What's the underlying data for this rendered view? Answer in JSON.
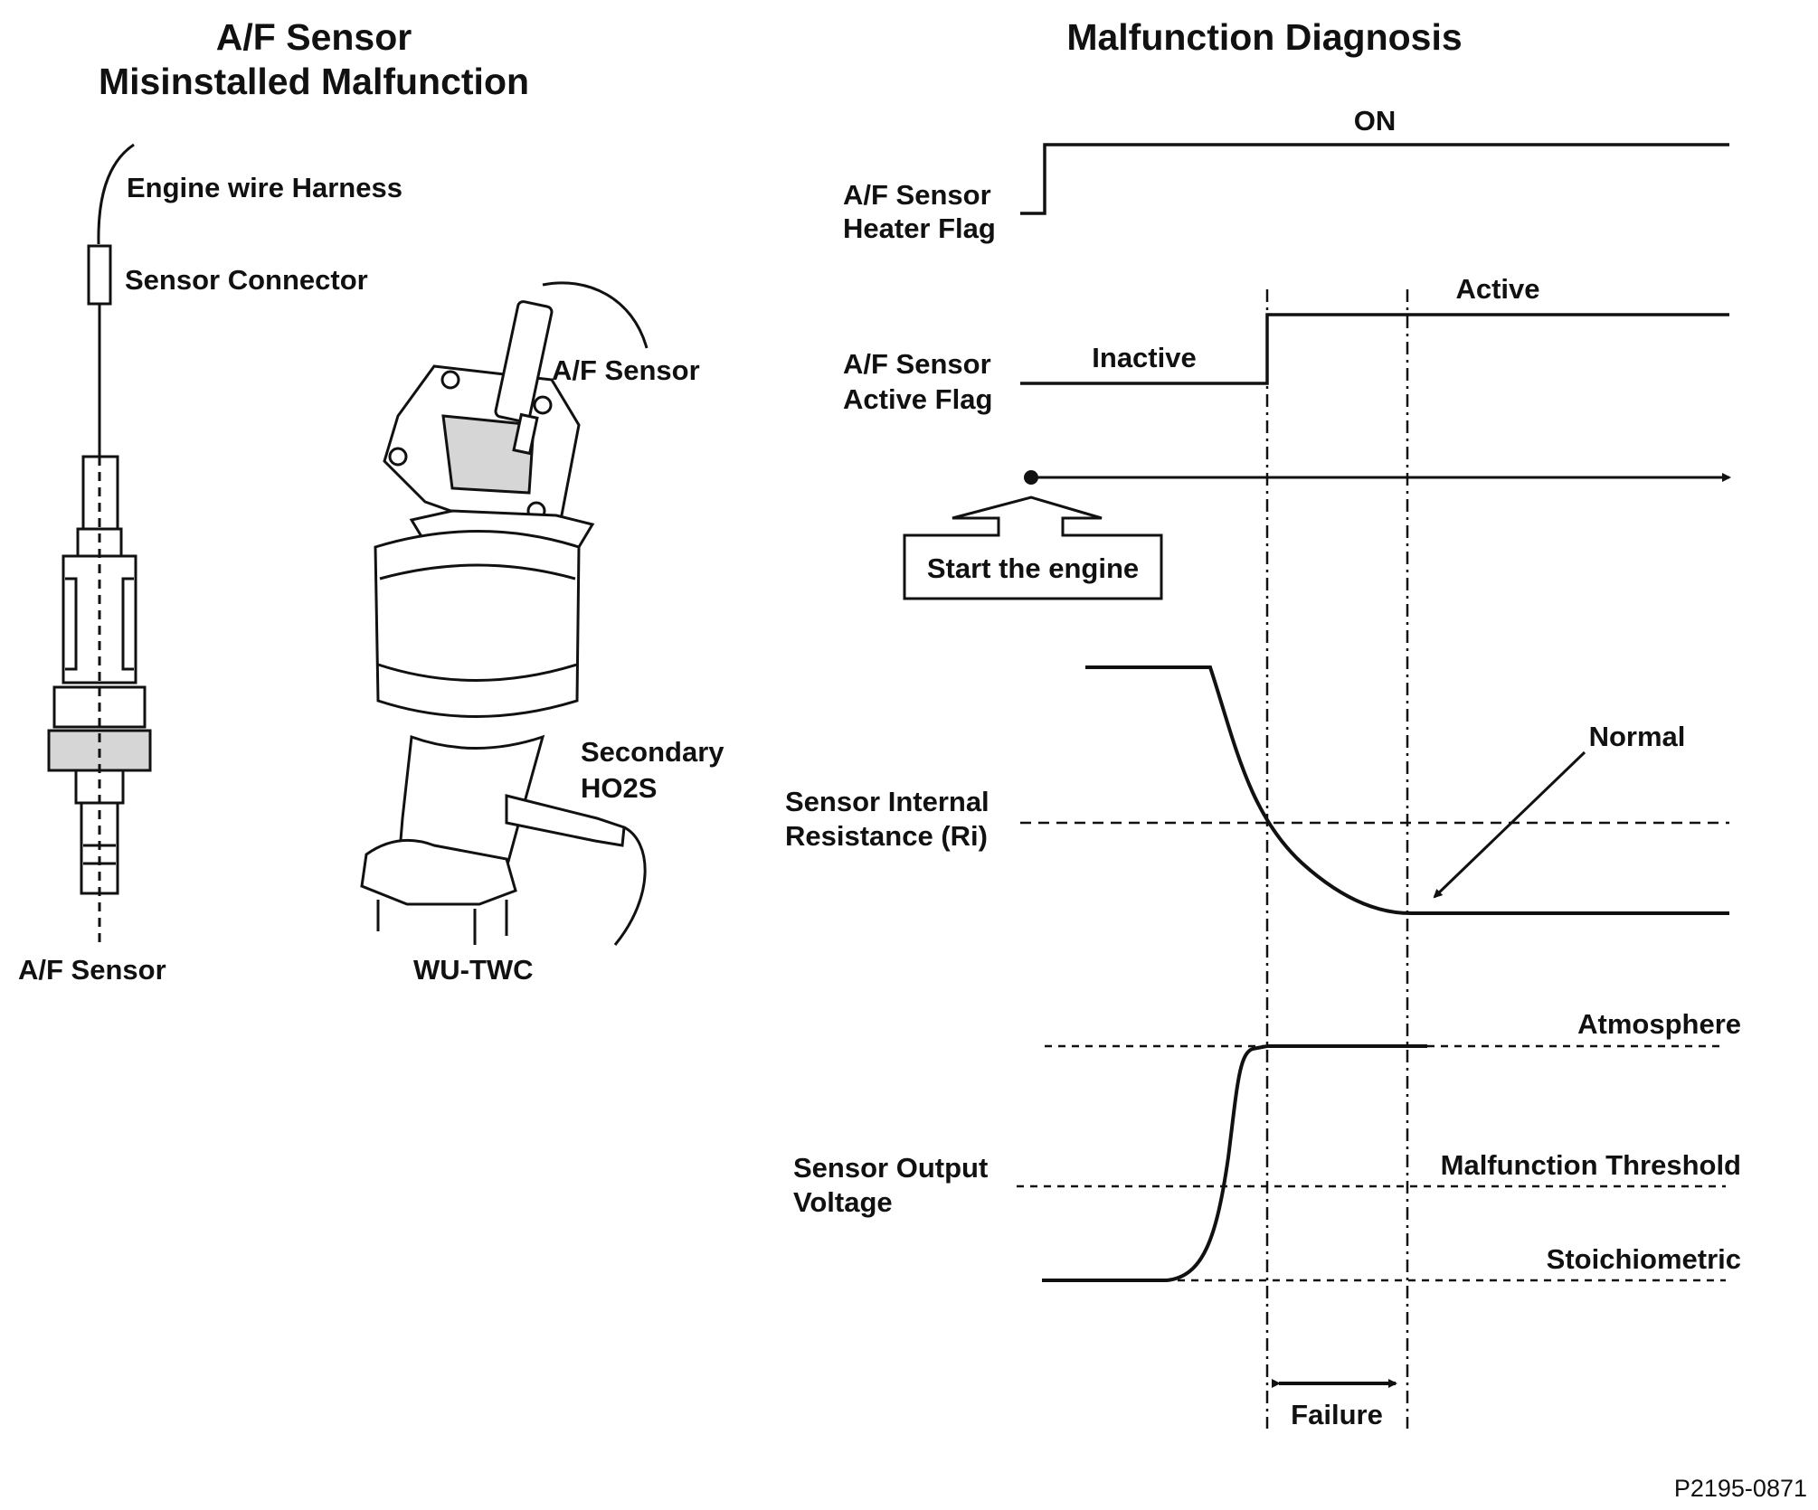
{
  "left_panel": {
    "title_line1": "A/F Sensor",
    "title_line2": "Misinstalled Malfunction",
    "labels": {
      "engine_wire_harness": "Engine wire Harness",
      "sensor_connector": "Sensor Connector",
      "af_sensor_bottom": "A/F Sensor",
      "af_sensor_on_converter": "A/F Sensor",
      "secondary_line1": "Secondary",
      "secondary_line2": "HO2S",
      "wu_twc": "WU-TWC"
    }
  },
  "right_panel": {
    "title": "Malfunction Diagnosis",
    "heater_flag": {
      "label_line1": "A/F Sensor",
      "label_line2": "Heater Flag",
      "state_on": "ON"
    },
    "active_flag": {
      "label_line1": "A/F Sensor",
      "label_line2": "Active Flag",
      "state_inactive": "Inactive",
      "state_active": "Active"
    },
    "start_engine": "Start the engine",
    "resistance": {
      "label_line1": "Sensor Internal",
      "label_line2": "Resistance (Ri)",
      "annotation": "Normal"
    },
    "voltage": {
      "label_line1": "Sensor Output",
      "label_line2": "Voltage",
      "atmosphere": "Atmosphere",
      "malfunction_threshold": "Malfunction Threshold",
      "stoichiometric": "Stoichiometric"
    },
    "failure": "Failure"
  },
  "figure_id": "P2195-0871",
  "colors": {
    "ink": "#111111",
    "background": "#ffffff",
    "fill_gray": "#d6d6d6"
  }
}
